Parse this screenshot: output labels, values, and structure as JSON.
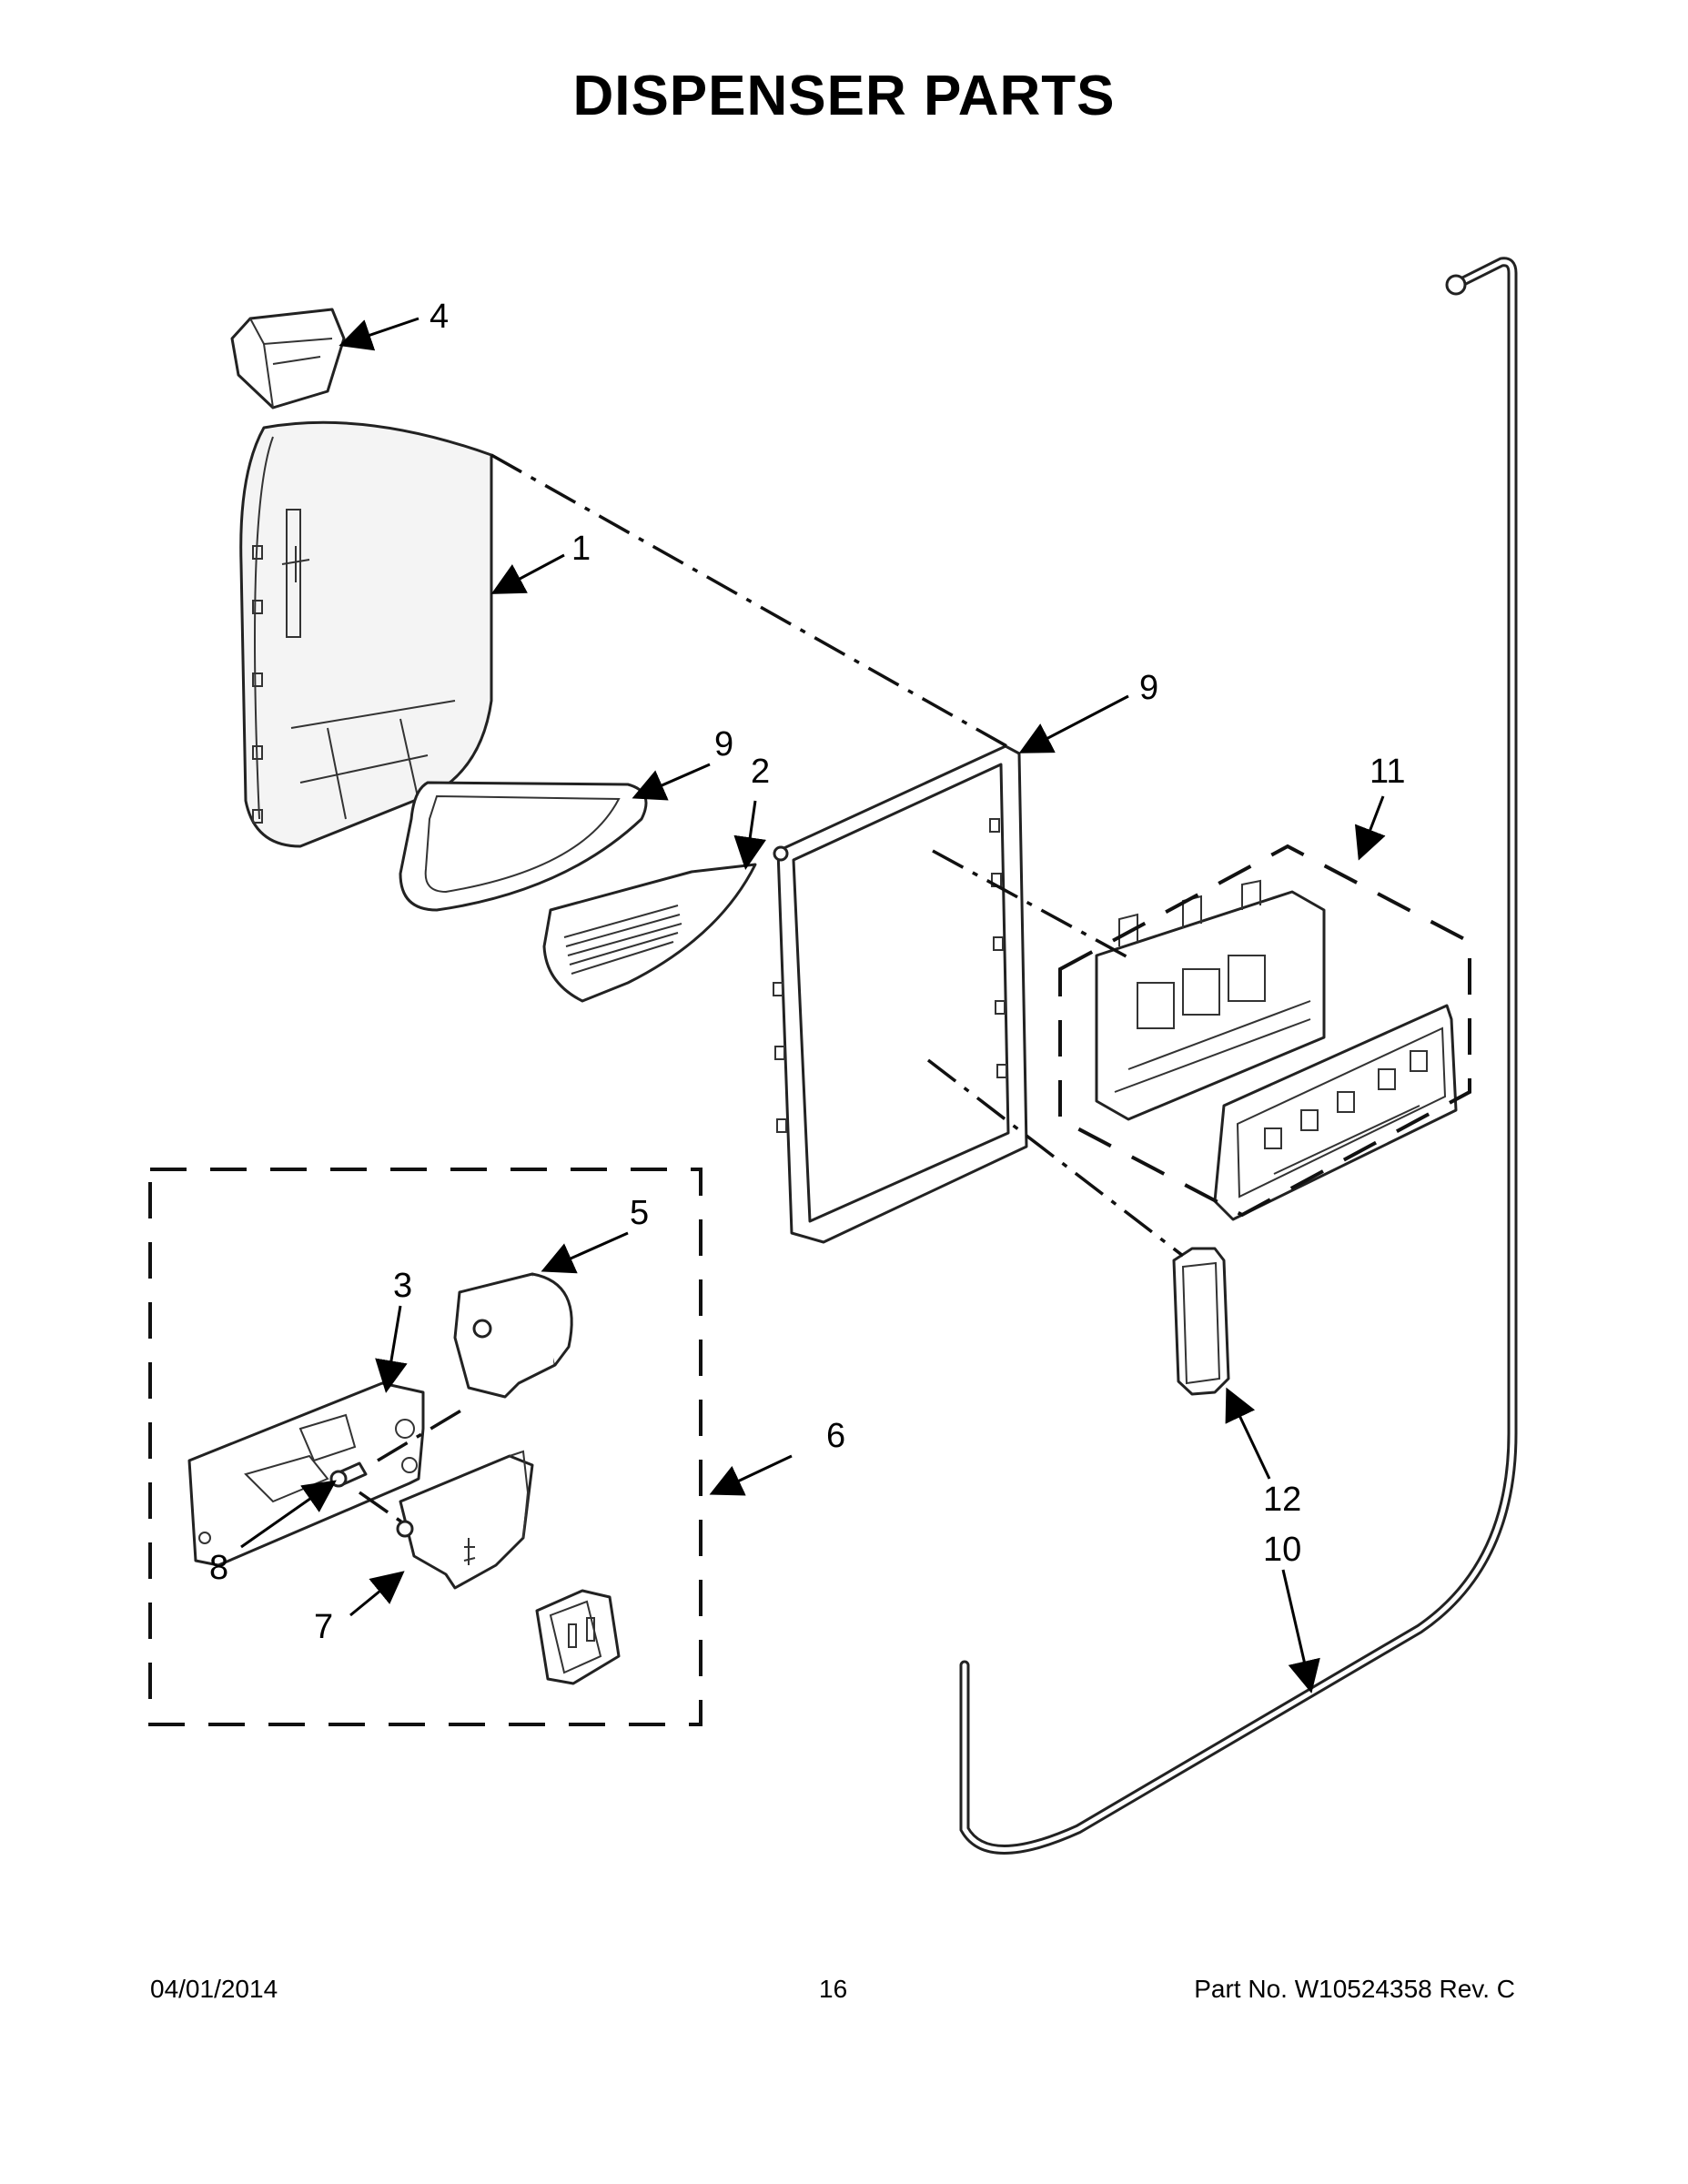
{
  "title": "DISPENSER PARTS",
  "footer": {
    "date": "04/01/2014",
    "page": "16",
    "part_no": "Part No.  W10524358  Rev.  C"
  },
  "callouts": {
    "c1": "1",
    "c2": "2",
    "c3": "3",
    "c4": "4",
    "c5": "5",
    "c6": "6",
    "c7": "7",
    "c8": "8",
    "c9a": "9",
    "c9b": "9",
    "c10": "10",
    "c11": "11",
    "c12": "12"
  }
}
